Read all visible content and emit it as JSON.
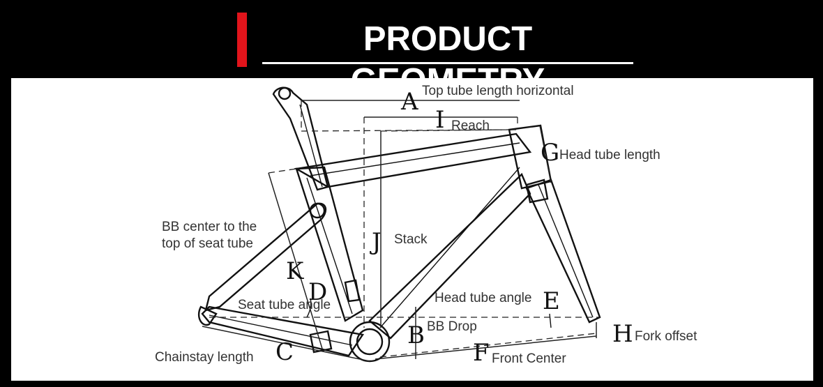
{
  "header": {
    "title": "PRODUCT GEOMETRY"
  },
  "letters": {
    "A": "A",
    "I": "I",
    "G": "G",
    "J": "J",
    "K": "K",
    "D": "D",
    "E": "E",
    "B": "B",
    "C": "C",
    "F": "F",
    "H": "H"
  },
  "labels": {
    "top_tube": "Top tube length horizontal",
    "reach": "Reach",
    "head_tube_length": "Head tube length",
    "bb_center_line1": "BB center to the",
    "bb_center_line2": "top of seat tube",
    "stack": "Stack",
    "seat_tube_angle": "Seat tube angle",
    "head_tube_angle": "Head tube angle",
    "bb_drop": "BB Drop",
    "fork_offset": "Fork offset",
    "chainstay": "Chainstay length",
    "front_center": "Front Center"
  },
  "colors": {
    "accent": "#e1141b",
    "background": "#000000",
    "panel": "#ffffff"
  }
}
